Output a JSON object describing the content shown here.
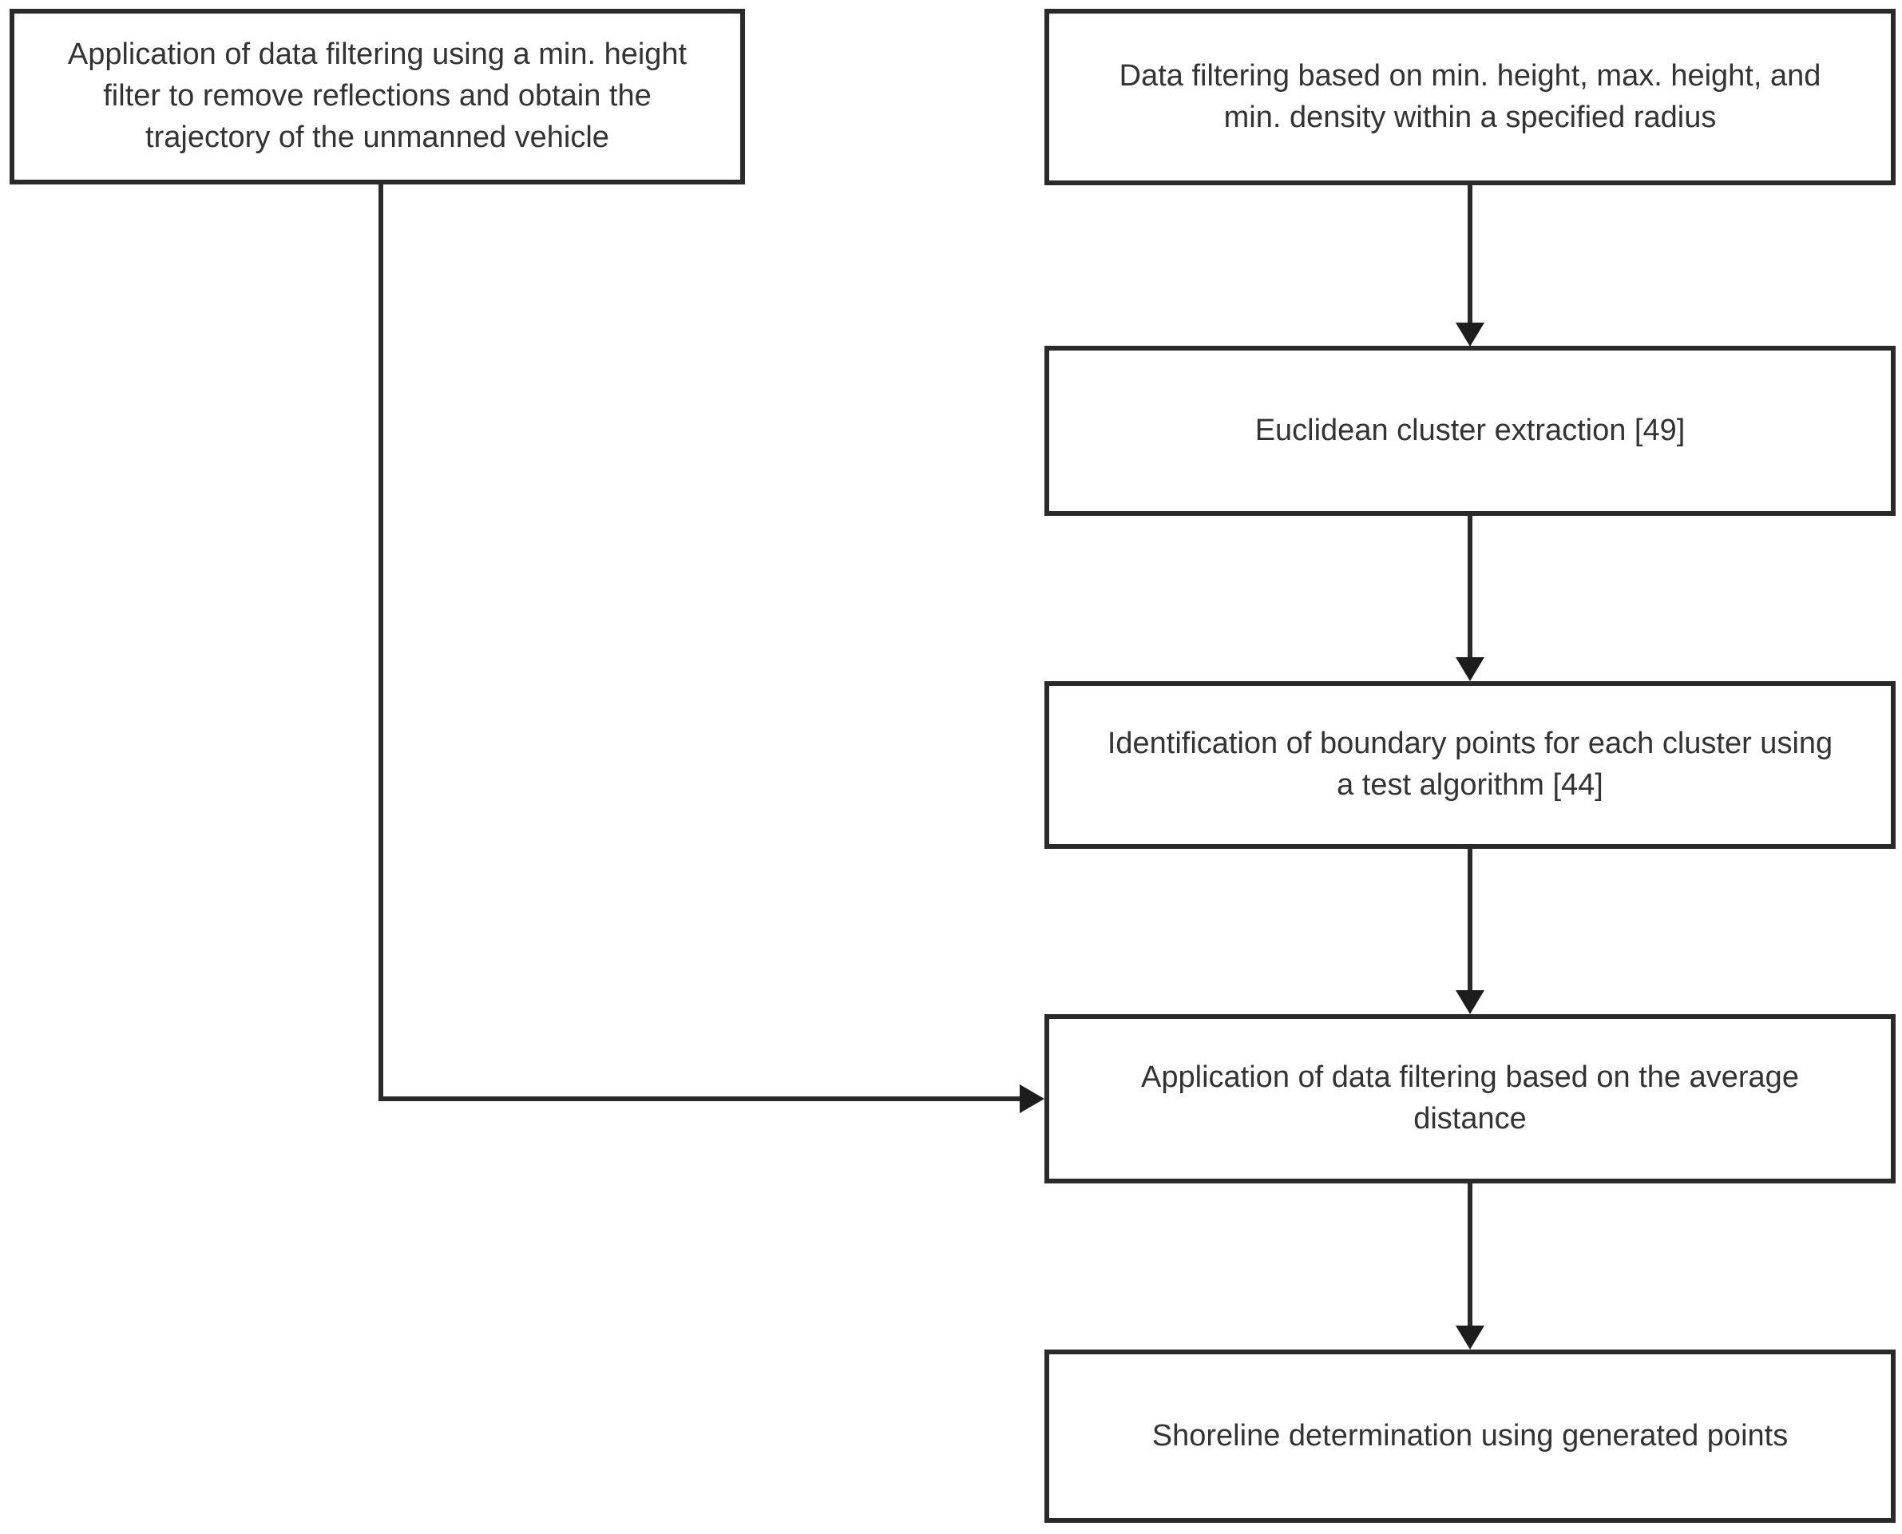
{
  "flowchart": {
    "left_branch": {
      "label": "Application of data filtering using a min. height filter to remove reflections and obtain the trajectory of the unmanned vehicle"
    },
    "main_branch": [
      "Data filtering based on min. height, max. height, and min. density within a specified radius",
      "Euclidean cluster extraction [49]",
      "Identification of boundary points for each cluster using a test algorithm [44]",
      "Application of data filtering based on the average distance",
      "Shoreline determination using generated points"
    ],
    "colors": {
      "box_border": "#2a2a2a",
      "arrow": "#1d1d1d",
      "text": "#333333",
      "background": "#ffffff"
    }
  }
}
